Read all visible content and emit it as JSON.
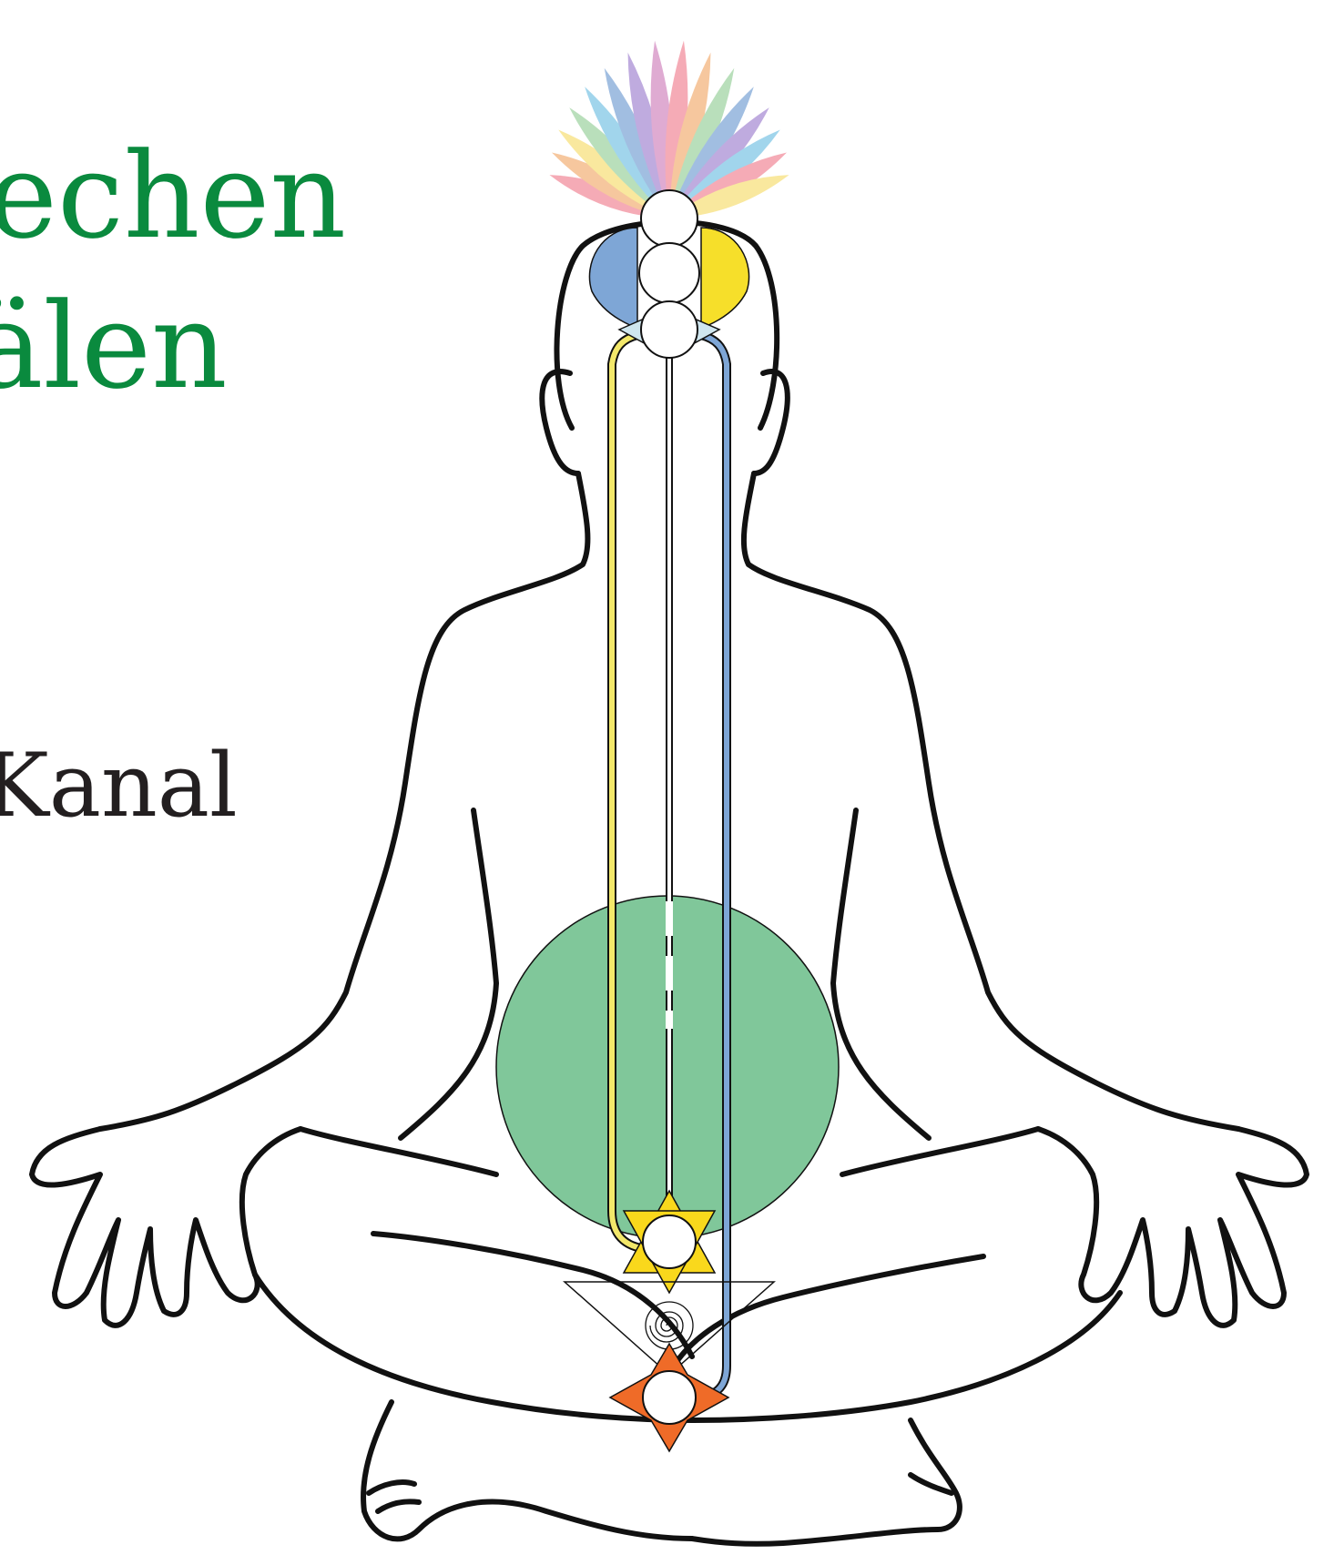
{
  "heading": {
    "line1": "echen",
    "line2": "älen",
    "color": "#0a8a3e"
  },
  "side_label": {
    "text": "Kanal",
    "color": "#231f20"
  },
  "colors": {
    "outline": "#111111",
    "ida_channel": "#f3e86a",
    "pingala_channel": "#7ea6d6",
    "heart_field": "#80c79a",
    "crown_left_petal": "#7ea6d6",
    "crown_right_petal": "#f6df2a",
    "star_hexagram": "#f9d81c",
    "star_root": "#ef6b28"
  },
  "icons": [
    "lotus-crown-icon",
    "chakra-circle-icon",
    "hexagram-icon",
    "spiral-icon",
    "root-star-icon"
  ]
}
